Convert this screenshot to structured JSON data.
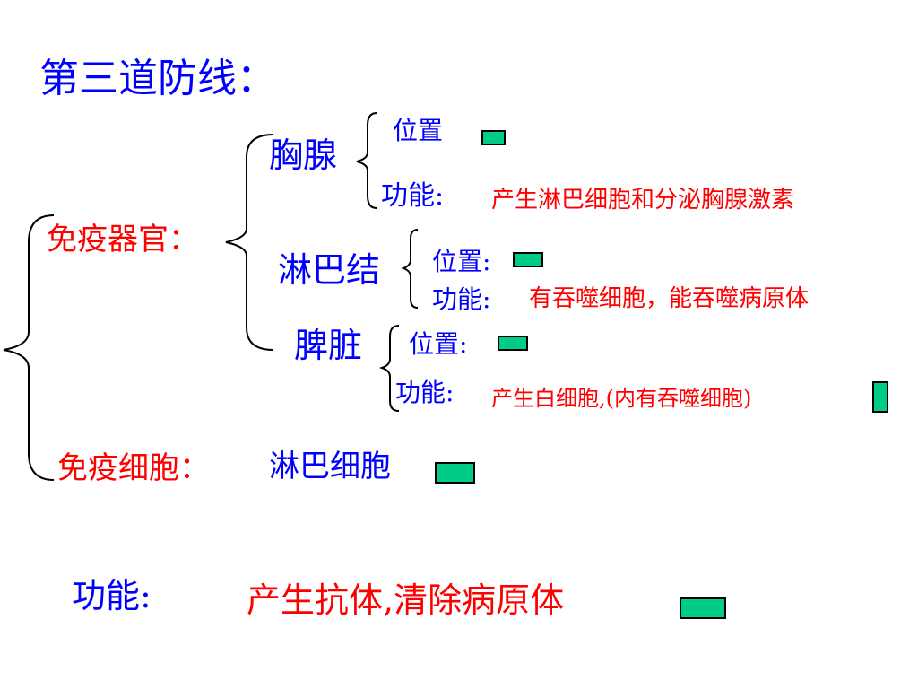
{
  "title": "第三道防线：",
  "organs": {
    "label": "免疫器官：",
    "thymus": {
      "name": "胸腺",
      "position_label": "位置",
      "function_label": "功能:",
      "function_text": "产生淋巴细胞和分泌胸腺激素"
    },
    "lymph_node": {
      "name": "淋巴结",
      "position_label": "位置:",
      "function_label": "功能:",
      "function_text": "有吞噬细胞，能吞噬病原体"
    },
    "spleen": {
      "name": "脾脏",
      "position_label": "位置:",
      "function_label": "功能:",
      "function_text": "产生白细胞,(内有吞噬细胞)"
    }
  },
  "cells": {
    "label": "免疫细胞：",
    "value": "淋巴细胞"
  },
  "function": {
    "label": "功能:",
    "value": "产生抗体,清除病原体"
  },
  "colors": {
    "heading": "#0000ff",
    "highlight": "#ff0000",
    "box_fill": "#00cc88"
  }
}
